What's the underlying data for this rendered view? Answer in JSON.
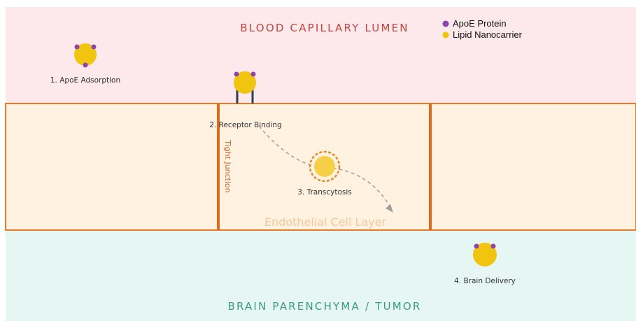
{
  "zones": {
    "blood": {
      "title": "BLOOD CAPILLARY LUMEN",
      "color": "#c0473f",
      "bg": "#fde8ec"
    },
    "endothelium": {
      "title": "Endothelial Cell Layer",
      "color": "#f3c89a",
      "bg": "#fff2e0",
      "border": "#e87b2b"
    },
    "brain": {
      "title": "BRAIN PARENCHYMA / TUMOR",
      "color": "#3a9a84",
      "bg": "#e6f7f3"
    }
  },
  "steps": {
    "s1": "1. ApoE Adsorption",
    "s2": "2. Receptor Binding",
    "s3": "3. Transcytosis",
    "s4": "4. Brain Delivery"
  },
  "junction_label": "Tight Junction",
  "legend": {
    "items": [
      {
        "label": "ApoE Protein",
        "color": "#8e44ad"
      },
      {
        "label": "Lipid Nanocarrier",
        "color": "#f1c40f"
      }
    ]
  },
  "colors": {
    "nanocarrier": "#f1c40f",
    "apoe": "#8e44ad",
    "receptor": "#2c3e50",
    "junction": "#e06a1b",
    "path": "#a0a0a0",
    "vesicle": "#e08a2b"
  }
}
